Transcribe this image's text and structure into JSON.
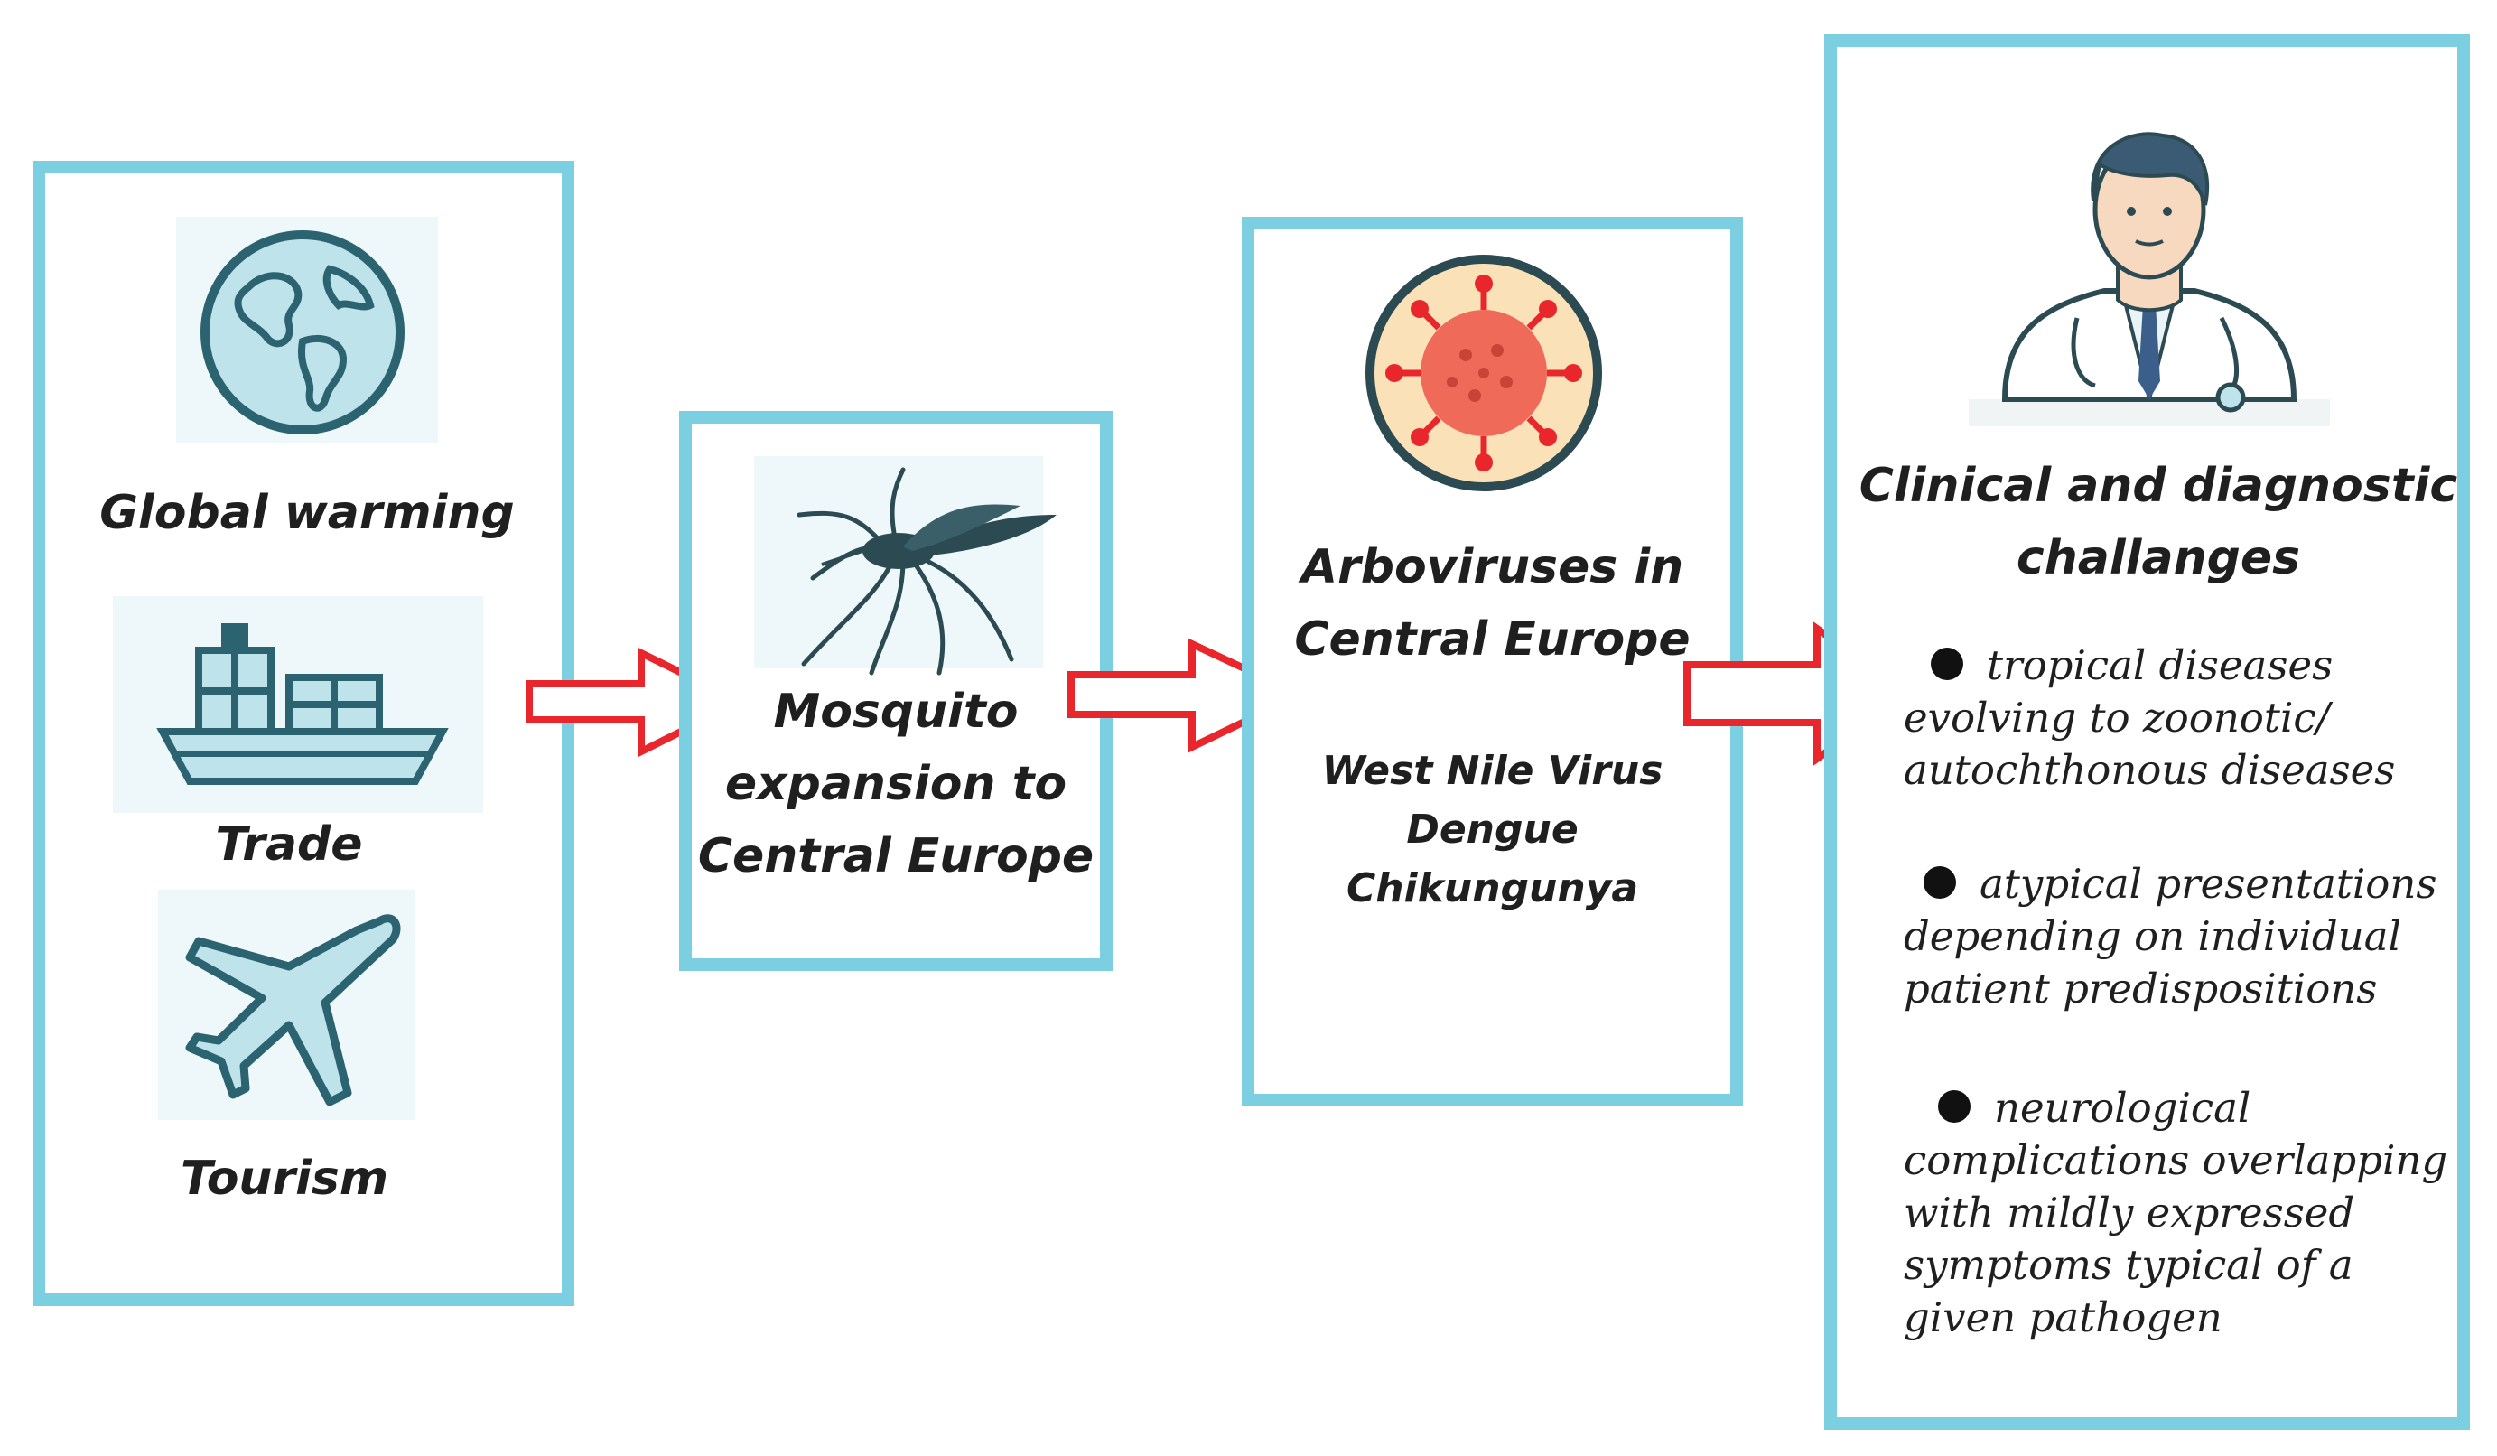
{
  "stage1": {
    "items": [
      {
        "label": "Global warming",
        "icon": "globe-icon"
      },
      {
        "label": "Trade",
        "icon": "cargo-ship-icon"
      },
      {
        "label": "Tourism",
        "icon": "airplane-icon"
      }
    ]
  },
  "stage2": {
    "title_lines": [
      "Mosquito",
      "expansion to",
      "Central Europe"
    ],
    "icon": "mosquito-icon"
  },
  "stage3": {
    "title_lines": [
      "Arboviruses in",
      "Central Europe"
    ],
    "viruses": [
      "West Nile Virus",
      "Dengue",
      "Chikungunya"
    ],
    "icon": "virus-icon"
  },
  "stage4": {
    "title_lines": [
      "Clinical and diagnostic",
      "challanges"
    ],
    "icon": "doctor-icon",
    "bullets": [
      {
        "lines": [
          "tropical diseases",
          "evolving to zoonotic/",
          "autochthonous diseases"
        ]
      },
      {
        "lines": [
          "atypical presentations",
          "depending on individual",
          "patient predispositions"
        ]
      },
      {
        "lines": [
          "neurological",
          "complications overlapping",
          "with mildly expressed",
          "symptoms typical of a",
          "given pathogen"
        ]
      }
    ]
  },
  "colors": {
    "box_border": "#7ccfe0",
    "arrow_stroke": "#e8262b",
    "icon_teal": "#2c6370",
    "icon_fill": "#bfe3ea"
  }
}
